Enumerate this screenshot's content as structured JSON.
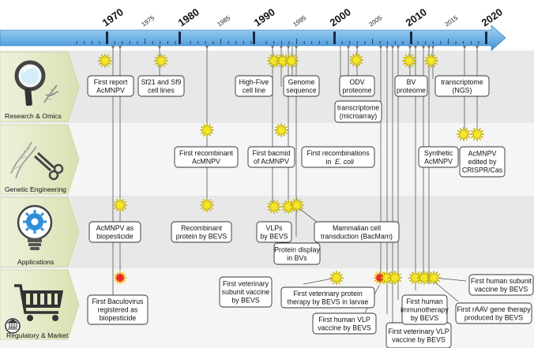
{
  "timeline": {
    "major_years": [
      "1970",
      "1980",
      "1990",
      "2000",
      "2010",
      "2020"
    ],
    "minor_years": [
      "1975",
      "1985",
      "1995",
      "2005",
      "2015"
    ]
  },
  "categories": [
    {
      "label": "Research & Omics",
      "icon": "magnifier-dna-icon"
    },
    {
      "label": "Genetic Engineering",
      "icon": "dna-scissors-icon"
    },
    {
      "label": "Applications",
      "icon": "lightbulb-gear-icon"
    },
    {
      "label": "Regulatory & Market",
      "icon": "shopping-cart-icon"
    }
  ],
  "events": {
    "first_report": [
      "First report",
      "AcMNPV"
    ],
    "sf21_sf9": [
      "Sf21 and Sf9",
      "cell lines"
    ],
    "high_five": [
      "High-Five",
      "cell line"
    ],
    "genome_sequence": [
      "Genome",
      "sequence"
    ],
    "odv_proteome": [
      "ODV",
      "proteome"
    ],
    "transcriptome_microarray": [
      "transcriptome",
      "(microarray)"
    ],
    "bv_proteome": [
      "BV",
      "proteome"
    ],
    "transcriptome_ngs": [
      "transcriptome",
      "(NGS)"
    ],
    "first_recombinant": [
      "First recombinant",
      "AcMNPV"
    ],
    "first_bacmid": [
      "First bacmid",
      "of AcMNPV"
    ],
    "first_recombinations": [
      "First recombinations",
      "in",
      "E. coli"
    ],
    "synthetic": [
      "Synthetic",
      "AcMNPV"
    ],
    "crispr": [
      "AcMNPV",
      "edited by",
      "CRISPR/Cas"
    ],
    "biopesticide": [
      "AcMNPV as",
      "biopesticide"
    ],
    "recombinant_protein": [
      "Recombinant",
      "protein by BEVS"
    ],
    "vlps": [
      "VLPs",
      "by BEVS"
    ],
    "mammalian": [
      "Mammalian cell",
      "transduction (BacMam)"
    ],
    "protein_display": [
      "Protein display",
      "in BVs"
    ],
    "first_baculovirus": [
      "First Baculovirus",
      "registered as",
      "biopesticide"
    ],
    "vet_subunit": [
      "First veterinary",
      "subunit vaccine",
      "by BEVS"
    ],
    "vet_protein": [
      "First veterinary protein",
      "therapy by BEVS in larvae"
    ],
    "human_vlp": [
      "First human VLP",
      "vaccine by BEVS"
    ],
    "vet_vlp": [
      "First veterinary VLP",
      "vaccine by BEVS"
    ],
    "human_immuno": [
      "First human",
      "immunotherapy",
      "by BEVS"
    ],
    "human_subunit": [
      "First human subunit",
      "vaccine by BEVS"
    ],
    "raav": [
      "First rAAV gene therapy",
      "produced by BEVS"
    ]
  },
  "colors": {
    "timeline_bar": "#5aa3dc",
    "timeline_highlight": "#a5d3f2",
    "arrow_dark": "#2d74b5",
    "category_panel": "#e2e8c4",
    "category_panel_edge": "#c8d39b",
    "row_band_dark": "#e6e6e6",
    "row_band_light": "#f4f4f4",
    "star_yellow": "#f6e52a",
    "star_red": "#e8262a"
  }
}
